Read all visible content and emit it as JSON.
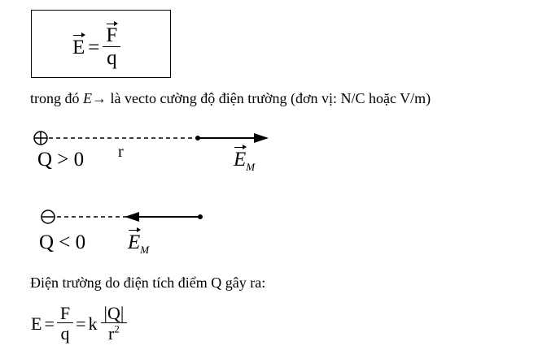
{
  "box_formula": {
    "lhs": "E",
    "eq": "=",
    "num": "F",
    "den": "q"
  },
  "definition": {
    "prefix": "trong đó ",
    "symbol": "E→",
    "rest": " là vecto cường độ điện trường (đơn vị: N/C hoặc V/m)"
  },
  "diagram_positive": {
    "charge_sign": "+",
    "condition": "Q > 0",
    "distance_label": "r",
    "field_label": "E",
    "field_sub": "M"
  },
  "diagram_negative": {
    "charge_sign": "−",
    "condition": "Q < 0",
    "field_label": "E",
    "field_sub": "M"
  },
  "point_charge_text": "Điện trường do điện tích điểm Q gây ra:",
  "bottom_formula": {
    "lhs": "E",
    "eq1": "=",
    "num1": "F",
    "den1": "q",
    "eq2": "=",
    "k": "k",
    "num2": "|Q|",
    "den2_base": "r",
    "den2_exp": "2"
  }
}
